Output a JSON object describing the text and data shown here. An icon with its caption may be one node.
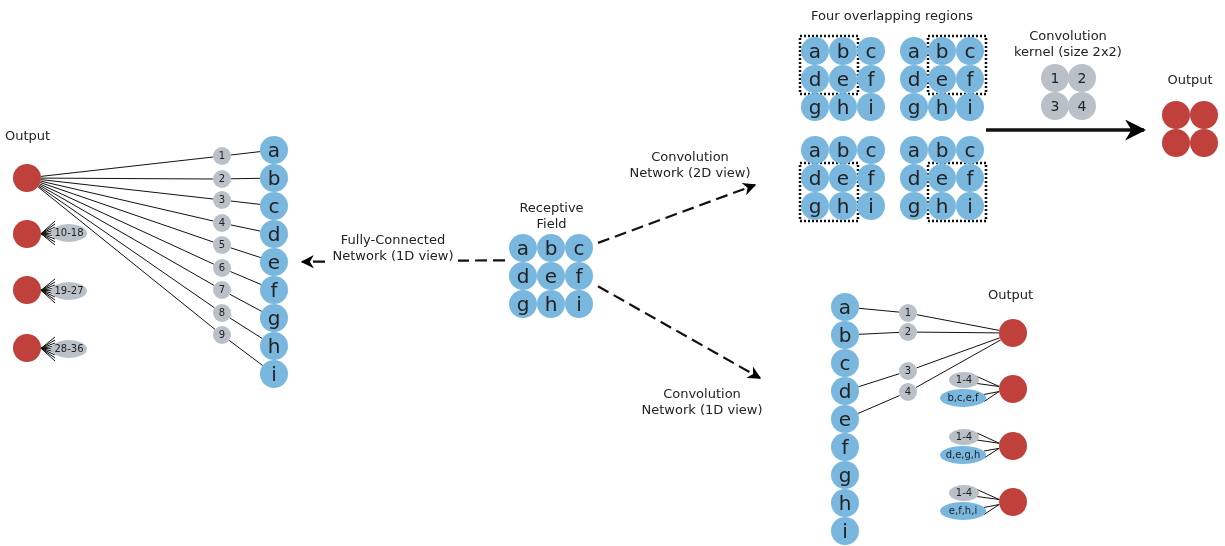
{
  "diagram": {
    "nodes": [
      {
        "text": [],
        "shape": "circle"
      },
      {
        "text": [],
        "shape": "circle"
      },
      {
        "text": [],
        "shape": "circle"
      },
      {
        "text": [],
        "shape": "circle"
      },
      {
        "text": [
          "10-18"
        ]
      },
      {
        "text": [
          "19-27"
        ]
      },
      {
        "text": [
          "28-36"
        ]
      },
      {
        "text": [
          "1"
        ]
      },
      {
        "text": [
          "2"
        ]
      },
      {
        "text": [
          "3"
        ]
      },
      {
        "text": [
          "4"
        ]
      },
      {
        "text": [
          "5"
        ]
      },
      {
        "text": [
          "6"
        ]
      },
      {
        "text": [
          "7"
        ]
      },
      {
        "text": [
          "8"
        ]
      },
      {
        "text": [
          "9"
        ]
      },
      {
        "text": [
          "a"
        ]
      },
      {
        "text": [
          "b"
        ]
      },
      {
        "text": [
          "c"
        ]
      },
      {
        "text": [
          "d"
        ]
      },
      {
        "text": [
          "e"
        ]
      },
      {
        "text": [
          "f"
        ]
      },
      {
        "text": [
          "g"
        ]
      },
      {
        "text": [
          "h"
        ]
      },
      {
        "text": [
          "i"
        ]
      },
      {
        "text": [
          "Receptive Field"
        ]
      },
      {
        "text": [
          "a"
        ],
        "in": 25
      },
      {
        "text": [
          "b"
        ],
        "in": 25
      },
      {
        "text": [
          "c"
        ],
        "in": 25
      },
      {
        "text": [
          "d"
        ],
        "in": 25
      },
      {
        "text": [
          "e"
        ],
        "in": 25
      },
      {
        "text": [
          "f"
        ],
        "in": 25
      },
      {
        "text": [
          "g"
        ],
        "in": 25
      },
      {
        "text": [
          "h"
        ],
        "in": 25
      },
      {
        "text": [
          "i"
        ],
        "in": 25
      },
      {
        "text": [
          "Four overlapping regions"
        ]
      },
      {
        "text": [
          "a"
        ],
        "in": 35
      },
      {
        "text": [
          "b"
        ],
        "in": 35
      },
      {
        "text": [
          "c"
        ],
        "in": 35
      },
      {
        "text": [
          "d"
        ],
        "in": 35
      },
      {
        "text": [
          "e"
        ],
        "in": 35
      },
      {
        "text": [
          "f"
        ],
        "in": 35
      },
      {
        "text": [
          "g"
        ],
        "in": 35
      },
      {
        "text": [
          "h"
        ],
        "in": 35
      },
      {
        "text": [
          "i"
        ],
        "in": 35
      },
      {
        "text": [
          "a"
        ],
        "in": 35
      },
      {
        "text": [
          "b"
        ],
        "in": 35
      },
      {
        "text": [
          "c"
        ],
        "in": 35
      },
      {
        "text": [
          "d"
        ],
        "in": 35
      },
      {
        "text": [
          "e"
        ],
        "in": 35
      },
      {
        "text": [
          "f"
        ],
        "in": 35
      },
      {
        "text": [
          "g"
        ],
        "in": 35
      },
      {
        "text": [
          "h"
        ],
        "in": 35
      },
      {
        "text": [
          "i"
        ],
        "in": 35
      },
      {
        "text": [
          "a"
        ],
        "in": 35
      },
      {
        "text": [
          "b"
        ],
        "in": 35
      },
      {
        "text": [
          "c"
        ],
        "in": 35
      },
      {
        "text": [
          "d"
        ],
        "in": 35
      },
      {
        "text": [
          "e"
        ],
        "in": 35
      },
      {
        "text": [
          "f"
        ],
        "in": 35
      },
      {
        "text": [
          "g"
        ],
        "in": 35
      },
      {
        "text": [
          "h"
        ],
        "in": 35
      },
      {
        "text": [
          "i"
        ],
        "in": 35
      },
      {
        "text": [
          "a"
        ],
        "in": 35
      },
      {
        "text": [
          "b"
        ],
        "in": 35
      },
      {
        "text": [
          "c"
        ],
        "in": 35
      },
      {
        "text": [
          "d"
        ],
        "in": 35
      },
      {
        "text": [
          "e"
        ],
        "in": 35
      },
      {
        "text": [
          "f"
        ],
        "in": 35
      },
      {
        "text": [
          "g"
        ],
        "in": 35
      },
      {
        "text": [
          "h"
        ],
        "in": 35
      },
      {
        "text": [
          "i"
        ],
        "in": 35
      },
      {
        "text": [
          "Convolution kernel (size 2x2)"
        ]
      },
      {
        "text": [
          "1"
        ],
        "in": 72
      },
      {
        "text": [
          "2"
        ],
        "in": 72
      },
      {
        "text": [
          "3"
        ],
        "in": 72
      },
      {
        "text": [
          "4"
        ],
        "in": 72
      },
      {
        "text": [
          "Output"
        ]
      },
      {
        "text": [],
        "shape": "circle",
        "in": 77
      },
      {
        "text": [],
        "shape": "circle",
        "in": 77
      },
      {
        "text": [],
        "shape": "circle",
        "in": 77
      },
      {
        "text": [],
        "shape": "circle",
        "in": 77
      },
      {
        "text": [
          "a"
        ]
      },
      {
        "text": [
          "b"
        ]
      },
      {
        "text": [
          "c"
        ]
      },
      {
        "text": [
          "d"
        ]
      },
      {
        "text": [
          "e"
        ]
      },
      {
        "text": [
          "f"
        ]
      },
      {
        "text": [
          "g"
        ]
      },
      {
        "text": [
          "h"
        ]
      },
      {
        "text": [
          "i"
        ]
      },
      {
        "text": [
          "1"
        ]
      },
      {
        "text": [
          "2"
        ]
      },
      {
        "text": [
          "3"
        ]
      },
      {
        "text": [
          "4"
        ]
      },
      {
        "text": [],
        "shape": "circle"
      },
      {
        "text": [],
        "shape": "circle"
      },
      {
        "text": [],
        "shape": "circle"
      },
      {
        "text": [],
        "shape": "circle"
      },
      {
        "text": [
          "1-4"
        ]
      },
      {
        "text": [
          "b,c,e,f"
        ]
      },
      {
        "text": [
          "1-4"
        ]
      },
      {
        "text": [
          "d,e,g,h"
        ]
      },
      {
        "text": [
          "1-4"
        ]
      },
      {
        "text": [
          "e,f,h,i"
        ]
      }
    ],
    "edges": [
      {
        "from": 0,
        "to": 7,
        "arrow": "none"
      },
      {
        "from": 7,
        "to": 16,
        "arrow": "none"
      },
      {
        "from": 0,
        "to": 8,
        "arrow": "none"
      },
      {
        "from": 8,
        "to": 17,
        "arrow": "none"
      },
      {
        "from": 0,
        "to": 9,
        "arrow": "none"
      },
      {
        "from": 9,
        "to": 18,
        "arrow": "none"
      },
      {
        "from": 0,
        "to": 10,
        "arrow": "none"
      },
      {
        "from": 10,
        "to": 19,
        "arrow": "none"
      },
      {
        "from": 0,
        "to": 11,
        "arrow": "none"
      },
      {
        "from": 11,
        "to": 20,
        "arrow": "none"
      },
      {
        "from": 0,
        "to": 12,
        "arrow": "none"
      },
      {
        "from": 12,
        "to": 21,
        "arrow": "none"
      },
      {
        "from": 0,
        "to": 13,
        "arrow": "none"
      },
      {
        "from": 13,
        "to": 22,
        "arrow": "none"
      },
      {
        "from": 0,
        "to": 14,
        "arrow": "none"
      },
      {
        "from": 14,
        "to": 23,
        "arrow": "none"
      },
      {
        "from": 0,
        "to": 15,
        "arrow": "none"
      },
      {
        "from": 15,
        "to": 24,
        "arrow": "none"
      },
      {
        "from": 4,
        "to": 1,
        "arrow": "none"
      },
      {
        "from": 5,
        "to": 2,
        "arrow": "none"
      },
      {
        "from": 6,
        "to": 3,
        "arrow": "none"
      },
      {
        "from": 25,
        "to": 20,
        "arrow": "to",
        "style": "dashed",
        "label": "Fully-Connected Network (1D view)"
      },
      {
        "from": 25,
        "to": null,
        "arrow": "to",
        "style": "dashed",
        "label": "Convolution Network (2D view)"
      },
      {
        "from": 25,
        "to": null,
        "arrow": "to",
        "style": "dashed",
        "label": "Convolution Network (1D view)"
      },
      {
        "from": 35,
        "to": 77,
        "arrow": "to",
        "style": "thick"
      },
      {
        "from": 82,
        "to": 91,
        "arrow": "none"
      },
      {
        "from": 91,
        "to": 95,
        "arrow": "none"
      },
      {
        "from": 83,
        "to": 92,
        "arrow": "none"
      },
      {
        "from": 92,
        "to": 95,
        "arrow": "none"
      },
      {
        "from": 85,
        "to": 93,
        "arrow": "none"
      },
      {
        "from": 93,
        "to": 95,
        "arrow": "none"
      },
      {
        "from": 86,
        "to": 94,
        "arrow": "none"
      },
      {
        "from": 94,
        "to": 95,
        "arrow": "none"
      },
      {
        "from": 99,
        "to": 96,
        "arrow": "none"
      },
      {
        "from": 100,
        "to": 96,
        "arrow": "none"
      },
      {
        "from": 101,
        "to": 97,
        "arrow": "none"
      },
      {
        "from": 102,
        "to": 97,
        "arrow": "none"
      },
      {
        "from": 103,
        "to": 98,
        "arrow": "none"
      },
      {
        "from": 104,
        "to": 98,
        "arrow": "none"
      }
    ],
    "labels": [
      "Output",
      "Output"
    ]
  }
}
